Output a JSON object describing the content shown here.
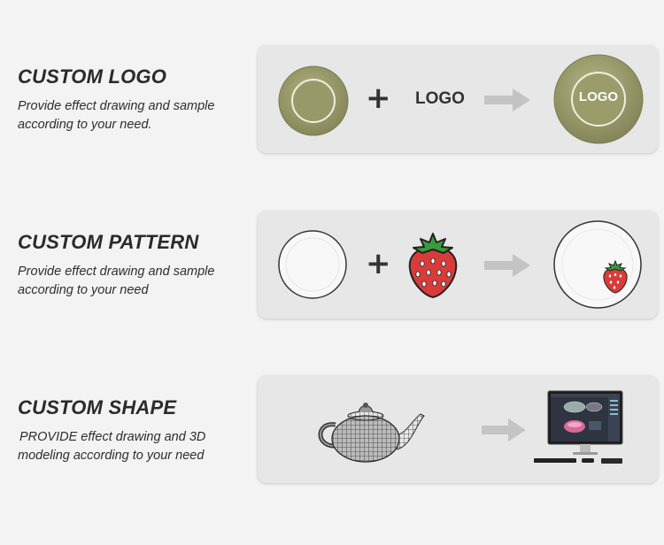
{
  "sections": [
    {
      "title": "CUSTOM LOGO",
      "desc_line1": "Provide effect drawing and sample",
      "desc_line2": "according  to your need.",
      "logo_text": "LOGO",
      "plate_logo": "LOGO"
    },
    {
      "title": "CUSTOM PATTERN",
      "desc_line1": "Provide effect drawing and sample",
      "desc_line2": "according to your need"
    },
    {
      "title": "CUSTOM SHAPE",
      "desc_line1": "PROVIDE effect drawing and 3D",
      "desc_line2": "modeling according to your need"
    }
  ],
  "colors": {
    "page_bg": "#f3f3f3",
    "panel_bg": "#e7e7e7",
    "olive_plate": "#9a9c6c",
    "arrow": "#c4c4c4",
    "strawberry": "#d93b3b",
    "leaf": "#3a9b3a"
  },
  "icons": [
    "plus-icon",
    "arrow-right-icon",
    "strawberry-icon",
    "teapot-icon",
    "computer-icon"
  ]
}
